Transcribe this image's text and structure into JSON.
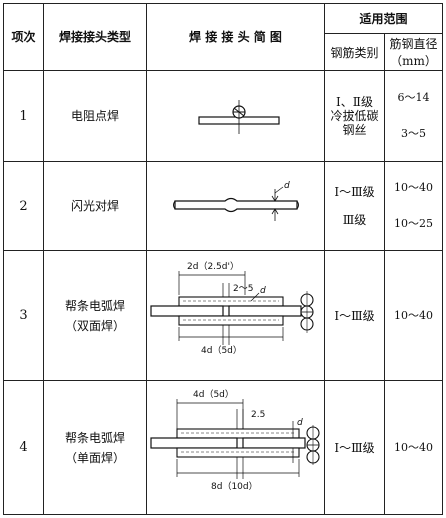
{
  "header": {
    "item_no": "项次",
    "joint_type": "焊接接头类型",
    "sketch": "焊 接 接 头 简 图",
    "scope": "适用范围",
    "rebar_class": "钢筋类别",
    "rebar_dia_line1": "筋钢直径",
    "rebar_dia_line2": "（mm）"
  },
  "rows": [
    {
      "no": "1",
      "type_lines": [
        "电阻点焊"
      ],
      "grade_lines": [
        "Ⅰ、Ⅱ级",
        "冷拔低碳",
        "钢丝"
      ],
      "dia_lines": [
        "6～14",
        "",
        "3～5"
      ]
    },
    {
      "no": "2",
      "type_lines": [
        "闪光对焊"
      ],
      "grade_lines": [
        "Ⅰ～Ⅲ级",
        "",
        "Ⅲ级"
      ],
      "dia_lines": [
        "10～40",
        "",
        "10～25"
      ]
    },
    {
      "no": "3",
      "type_lines": [
        "帮条电弧焊",
        "（双面焊）"
      ],
      "grade_lines": [
        "Ⅰ～Ⅲ级"
      ],
      "dia_lines": [
        "10～40"
      ]
    },
    {
      "no": "4",
      "type_lines": [
        "帮条电弧焊",
        "（单面焊）"
      ],
      "grade_lines": [
        "Ⅰ～Ⅲ级"
      ],
      "dia_lines": [
        "10～40"
      ]
    }
  ],
  "figure_labels": {
    "d": "d",
    "row3_top_dim": "2d（2.5d'）",
    "row3_gap": "2～5",
    "row3_bottom_dim": "4d（5d）",
    "row4_top_dim": "4d（5d）",
    "row4_gap": "2.5",
    "row4_bottom_dim": "8d（10d）"
  }
}
